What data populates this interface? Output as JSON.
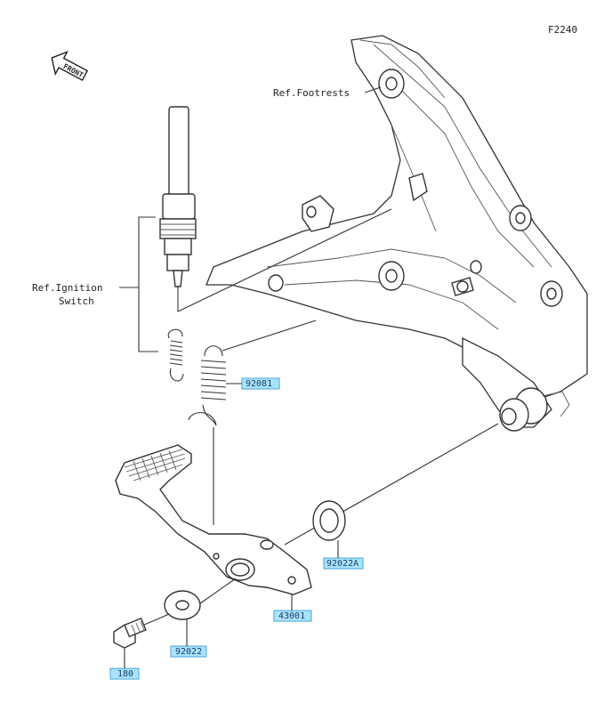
{
  "figure_id": "F2240",
  "front_label": "FRONT",
  "refs": {
    "footrests": "Ref.Footrests",
    "ignition_line1": "Ref.Ignition",
    "ignition_line2": "Switch"
  },
  "parts": {
    "spring": "92081",
    "washer_outer": "92022A",
    "pedal": "43001",
    "washer_inner": "92022",
    "bolt": "180"
  }
}
